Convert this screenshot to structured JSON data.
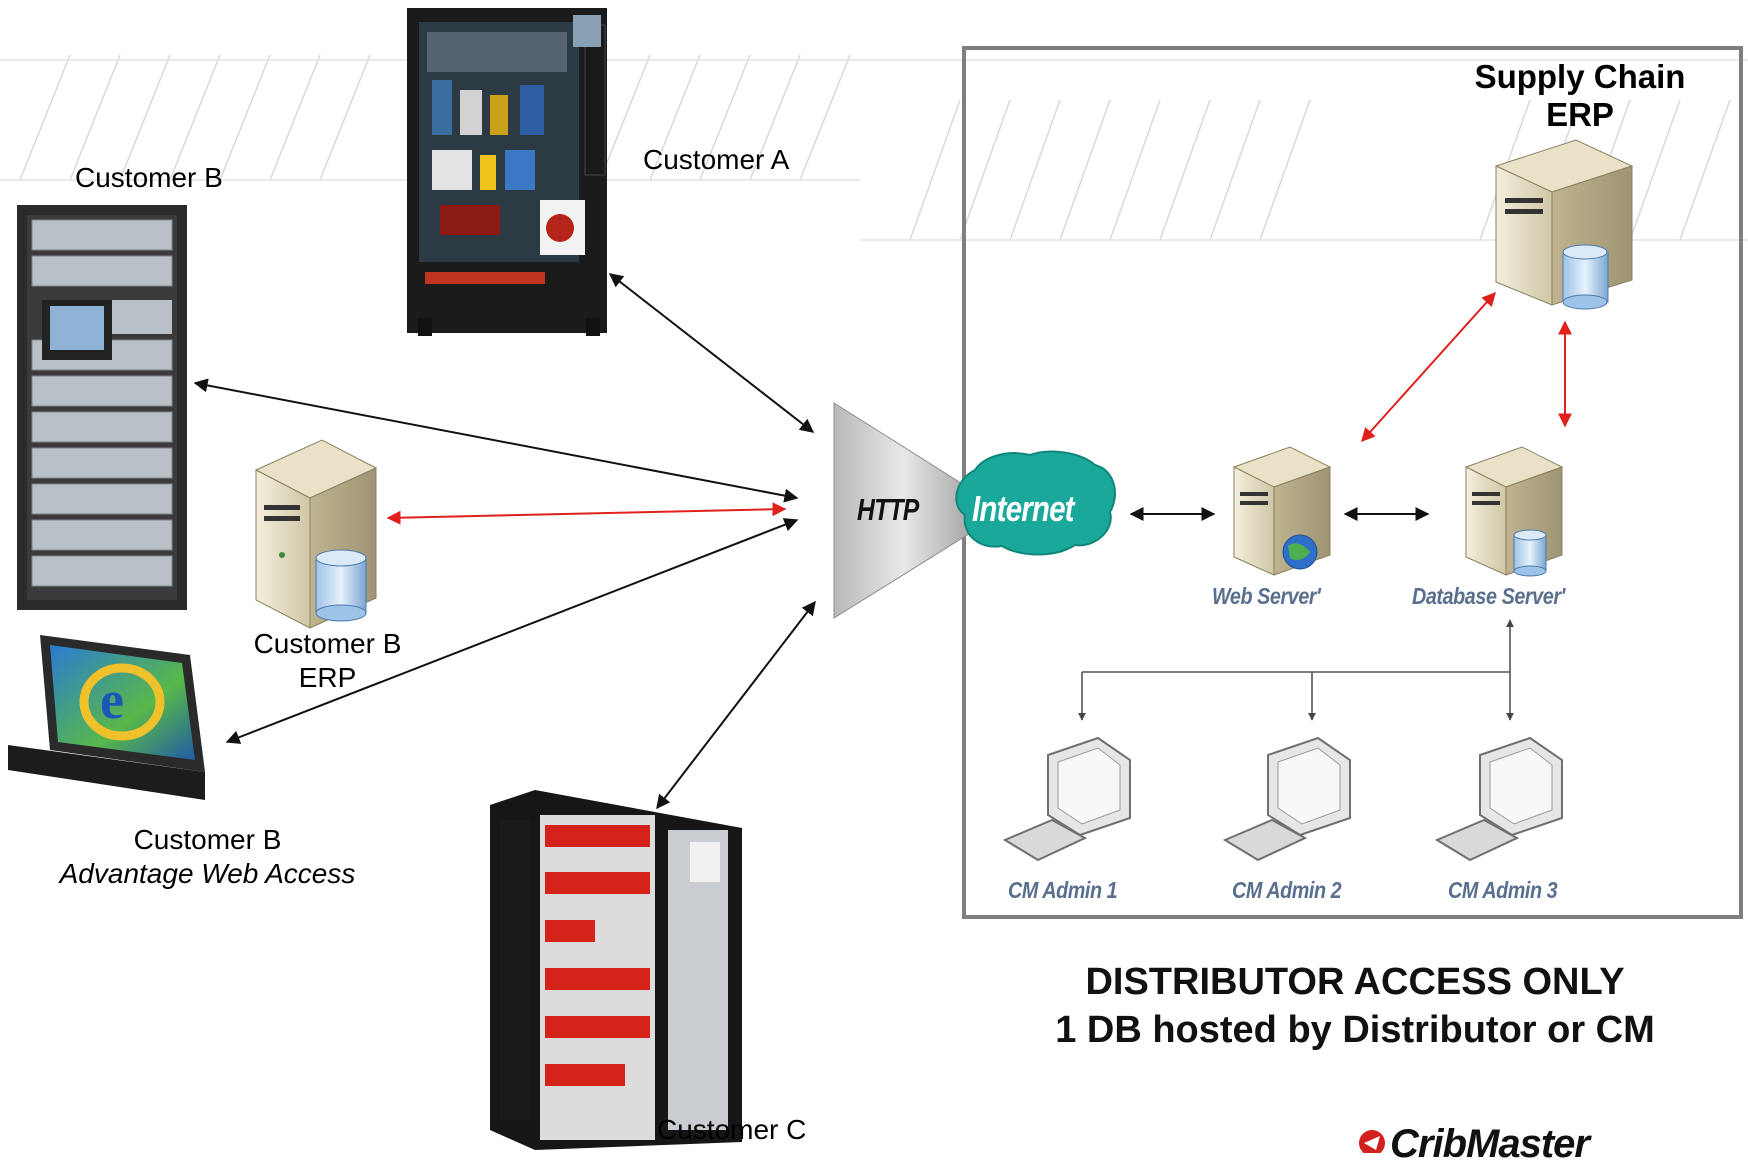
{
  "labels": {
    "customer_a": "Customer A",
    "customer_b_locker": "Customer B",
    "customer_b_erp_line1": "Customer B",
    "customer_b_erp_line2": "ERP",
    "customer_b_web_line1": "Customer B",
    "customer_b_web_line2": "Advantage Web Access",
    "customer_c": "Customer C",
    "supply_chain_line1": "Supply Chain",
    "supply_chain_line2": "ERP",
    "http": "HTTP",
    "internet": "Internet",
    "web_server": "Web Server'",
    "database_server": "Database Server'",
    "admin1": "CM Admin 1",
    "admin2": "CM Admin 2",
    "admin3": "CM Admin 3",
    "distributor_line1": "DISTRIBUTOR ACCESS ONLY",
    "distributor_line2": "1 DB hosted by Distributor or CM",
    "logo": "CribMaster"
  },
  "colors": {
    "red_arrow": "#e0201b",
    "black_arrow": "#111111",
    "box_border": "#7f7f7f",
    "cloud": "#1aa89a",
    "tag_text": "#5a6f8e"
  }
}
